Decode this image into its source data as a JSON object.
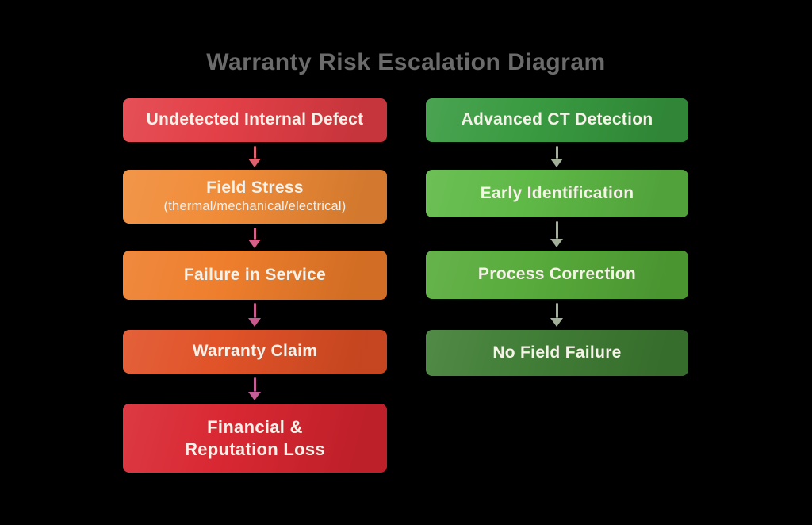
{
  "title": "Warranty Risk Escalation Diagram",
  "colors": {
    "page_background": "#000000",
    "title_text": "#6b6b6b",
    "box_text": "#f6f1e9"
  },
  "risk_column": {
    "steps": [
      {
        "label": "Undetected Internal Defect",
        "color": "#e23c44"
      },
      {
        "label": "Field Stress",
        "sublabel": "(thermal/mechanical/electrical)",
        "color": "#f08a35"
      },
      {
        "label": "Failure in Service",
        "color": "#ee7c29"
      },
      {
        "label": "Warranty Claim",
        "color": "#e04f24"
      },
      {
        "label": "Financial & Reputation Loss",
        "lines": [
          "Financial &",
          "Reputation Loss"
        ],
        "color": "#d8242f"
      }
    ],
    "arrow_colors": [
      "#e0626f",
      "#d6608a",
      "#ca5a8e",
      "#c75d96"
    ]
  },
  "mitigation_column": {
    "steps": [
      {
        "label": "Advanced CT Detection",
        "color": "#36993e"
      },
      {
        "label": "Early Identification",
        "color": "#5cb843"
      },
      {
        "label": "Process Correction",
        "color": "#55aa38"
      },
      {
        "label": "No Field Failure",
        "color": "#3e7c33"
      }
    ],
    "arrow_colors": [
      "#a2b099",
      "#a2b099",
      "#a2b099"
    ]
  }
}
